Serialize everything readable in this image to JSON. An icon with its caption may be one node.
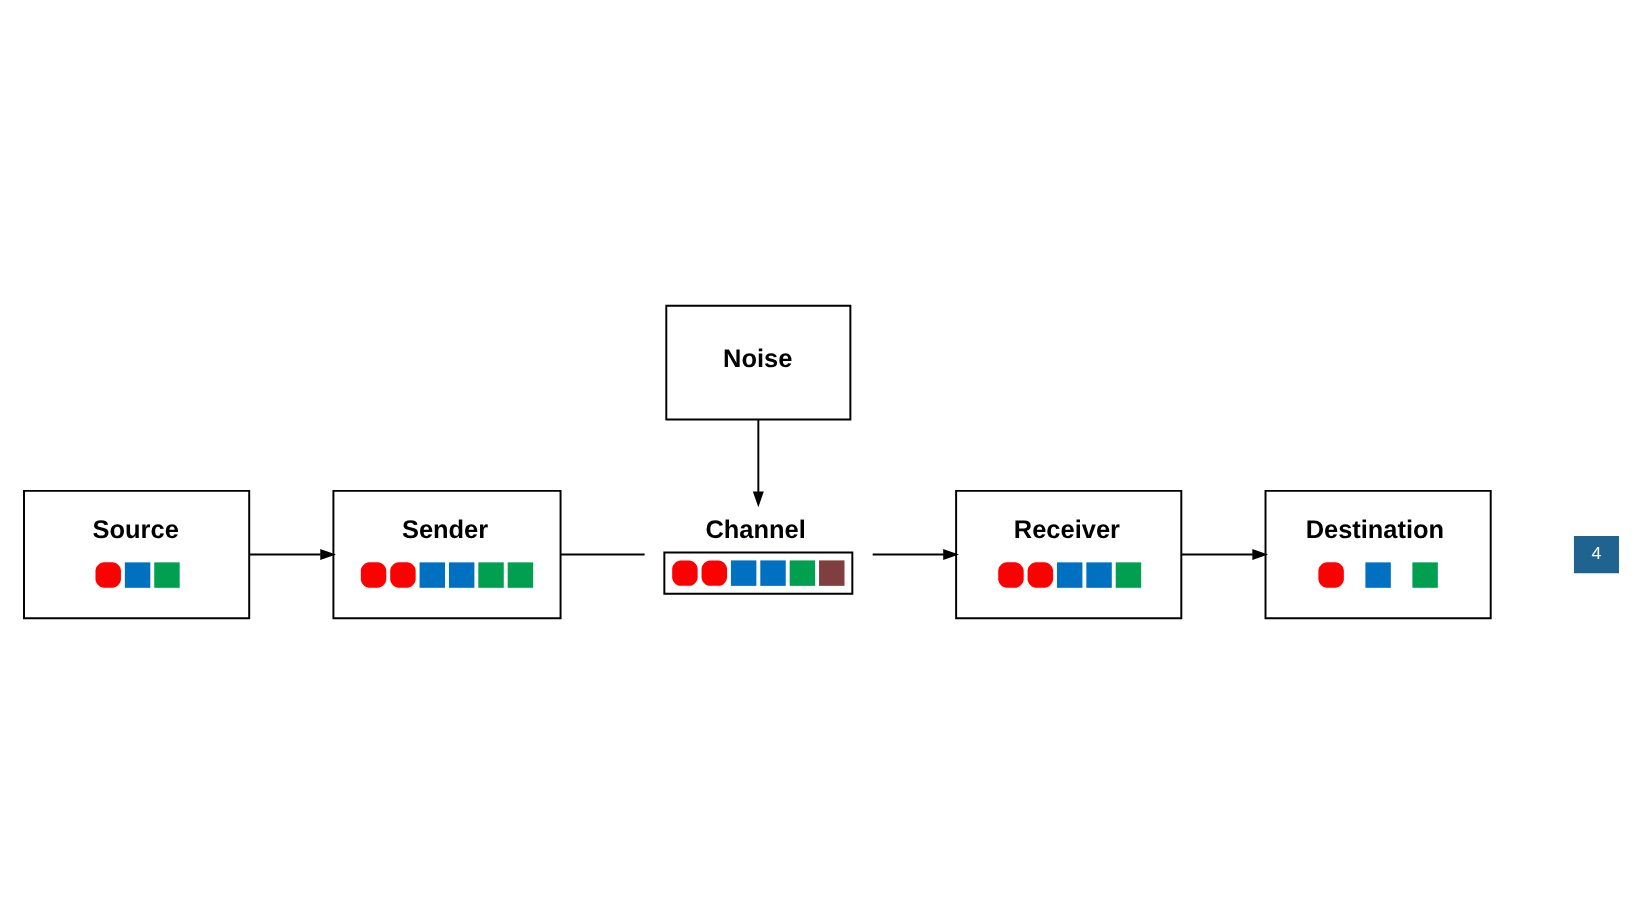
{
  "diagram": {
    "nodes": [
      {
        "text": [
          "Source"
        ]
      },
      {
        "text": [
          "Sender"
        ]
      },
      {
        "text": [
          "Channel"
        ]
      },
      {
        "text": [
          "Receiver"
        ]
      },
      {
        "text": [
          "Destination"
        ]
      },
      {
        "text": [
          "Noise"
        ]
      }
    ],
    "edges": [
      {
        "from": 0,
        "to": 1,
        "arrow": "to"
      },
      {
        "from": 1,
        "to": 2,
        "arrow": "none"
      },
      {
        "from": 2,
        "to": 3,
        "arrow": "to"
      },
      {
        "from": 3,
        "to": 4,
        "arrow": "to"
      },
      {
        "from": 5,
        "to": 2,
        "arrow": "to"
      }
    ],
    "labels": [
      "4"
    ]
  }
}
